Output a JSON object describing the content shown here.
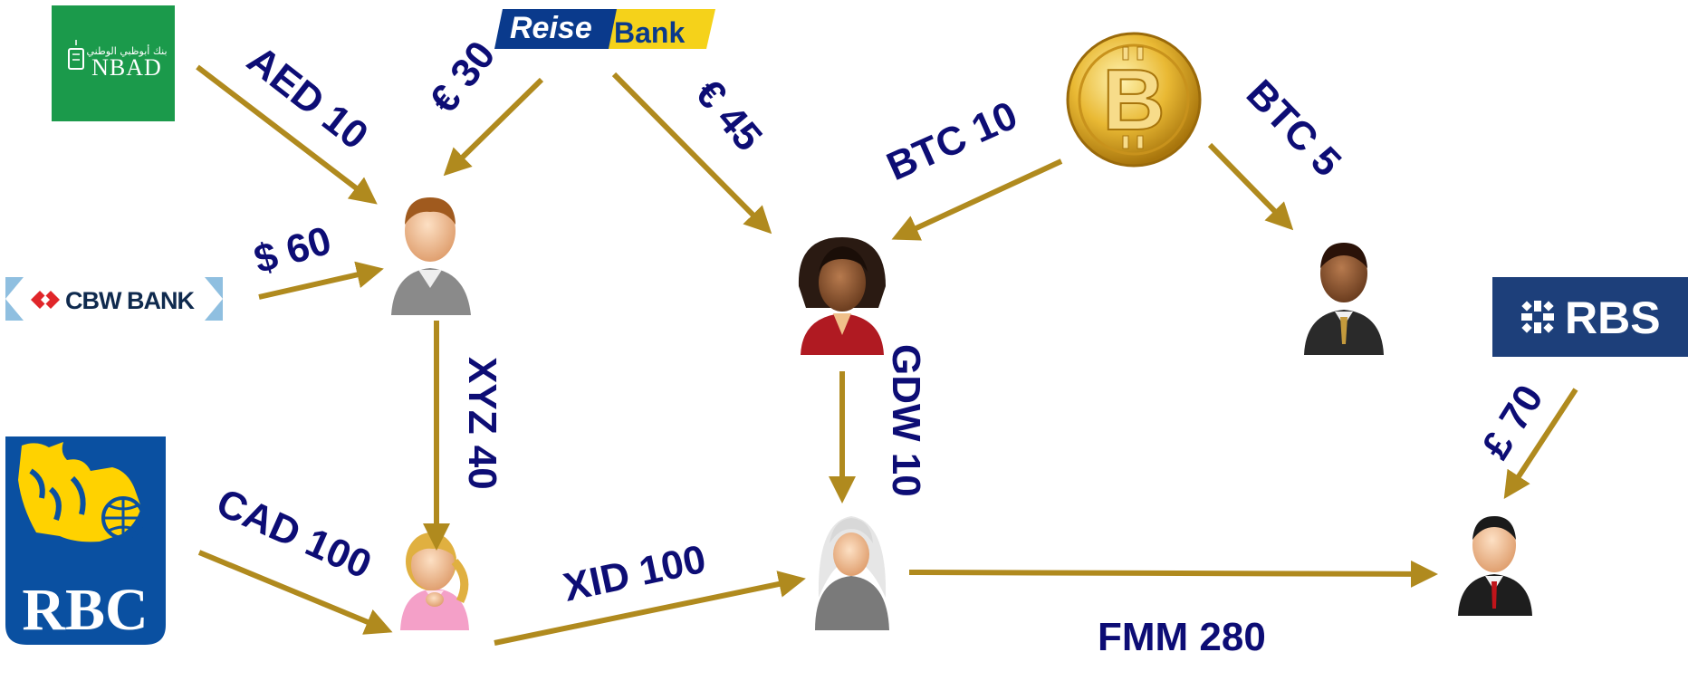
{
  "colors": {
    "arrow": "#b08a1e",
    "label": "#0d0d75",
    "nbad_green": "#1b9a4b",
    "reise_blue": "#0a3a8c",
    "reise_yellow": "#f5d21a",
    "rbs_blue": "#1d3f7a",
    "rbc_blue": "#0a50a1",
    "rbc_yellow": "#ffd200",
    "cbw_red": "#e0262a"
  },
  "institutions": {
    "nbad": {
      "text": "NBAD",
      "icon": "nbad-logo"
    },
    "reisebank": {
      "text_reise": "Reise",
      "text_bank": "Bank",
      "icon": "reisebank-logo"
    },
    "cbw": {
      "text": "CBW BANK",
      "icon": "cbw-logo"
    },
    "rbc": {
      "text": "RBC",
      "icon": "rbc-lion-logo"
    },
    "rbs": {
      "text": "RBS",
      "icon": "rbs-logo"
    },
    "bitcoin": {
      "text": "B",
      "icon": "bitcoin-coin"
    }
  },
  "people": [
    {
      "id": "man-gray",
      "icon": "businessman-avatar-icon"
    },
    {
      "id": "woman-red",
      "icon": "businesswoman-avatar-icon"
    },
    {
      "id": "man-brown",
      "icon": "businessman-avatar-icon"
    },
    {
      "id": "girl-pink",
      "icon": "girl-avatar-icon"
    },
    {
      "id": "woman-hijab",
      "icon": "hijab-woman-avatar-icon"
    },
    {
      "id": "man-black",
      "icon": "businessman-avatar-icon"
    }
  ],
  "transfers": [
    {
      "from": "nbad",
      "to": "man-gray",
      "label": "AED 10"
    },
    {
      "from": "reisebank",
      "to": "man-gray",
      "label": "€ 30"
    },
    {
      "from": "reisebank",
      "to": "woman-red",
      "label": "€ 45"
    },
    {
      "from": "bitcoin",
      "to": "woman-red",
      "label": "BTC 10"
    },
    {
      "from": "bitcoin",
      "to": "man-brown",
      "label": "BTC 5"
    },
    {
      "from": "cbw",
      "to": "man-gray",
      "label": "$ 60"
    },
    {
      "from": "man-gray",
      "to": "girl-pink",
      "label": "XYZ 40"
    },
    {
      "from": "woman-red",
      "to": "woman-hijab",
      "label": "GDW 10"
    },
    {
      "from": "rbc",
      "to": "girl-pink",
      "label": "CAD 100"
    },
    {
      "from": "girl-pink",
      "to": "woman-hijab",
      "label": "XID 100"
    },
    {
      "from": "rbs",
      "to": "man-black",
      "label": "£ 70"
    },
    {
      "from": "woman-hijab",
      "to": "man-black",
      "label": "FMM 280"
    }
  ]
}
